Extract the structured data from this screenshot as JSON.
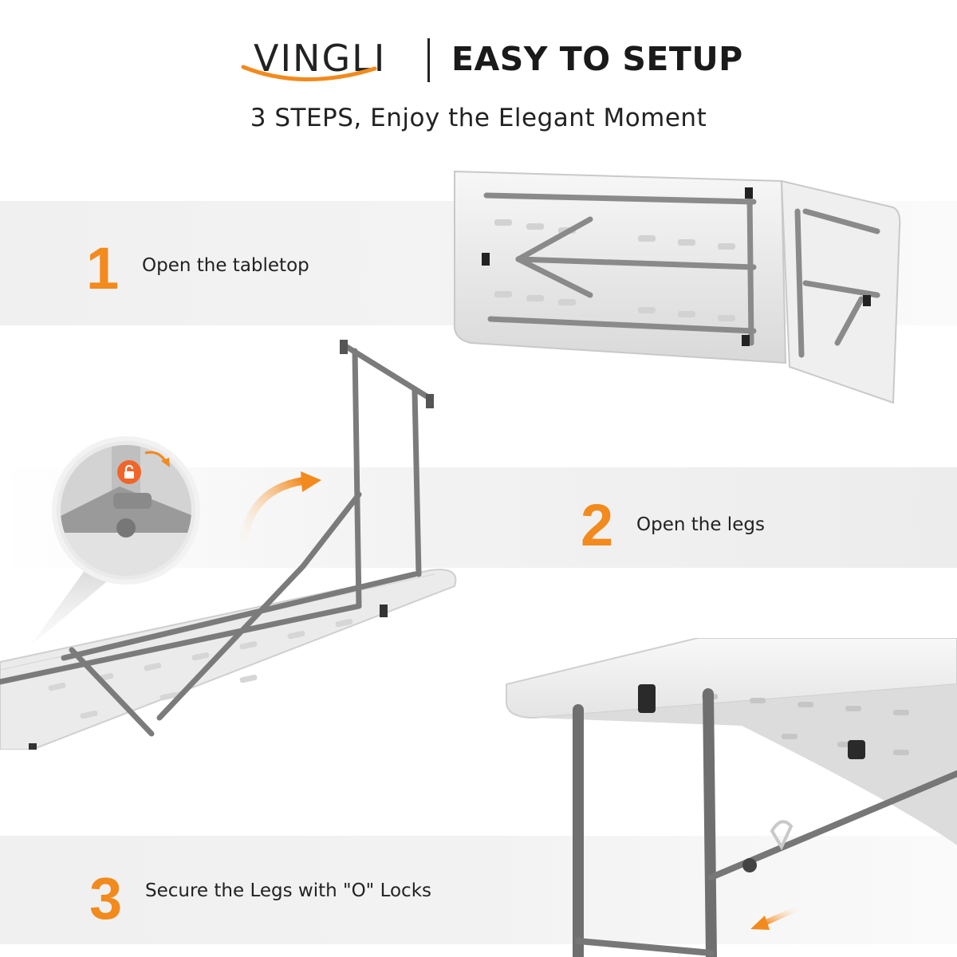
{
  "brand": {
    "logo_text": "VINGLI",
    "logo_accent_color": "#f28a1d"
  },
  "header": {
    "headline": "EASY TO SETUP",
    "subheadline": "3 STEPS, Enjoy the Elegant Moment"
  },
  "steps": [
    {
      "number": "1",
      "label": "Open the tabletop"
    },
    {
      "number": "2",
      "label": "Open the legs"
    },
    {
      "number": "3",
      "label": "Secure the Legs with \"O\" Locks"
    }
  ],
  "colors": {
    "accent": "#f28a1d",
    "frame": "#7a7a7a",
    "tabletop": "#f2f2f2",
    "text": "#222222"
  },
  "icons": [
    "lock-icon",
    "curved-arrow-icon",
    "arrow-icon"
  ]
}
